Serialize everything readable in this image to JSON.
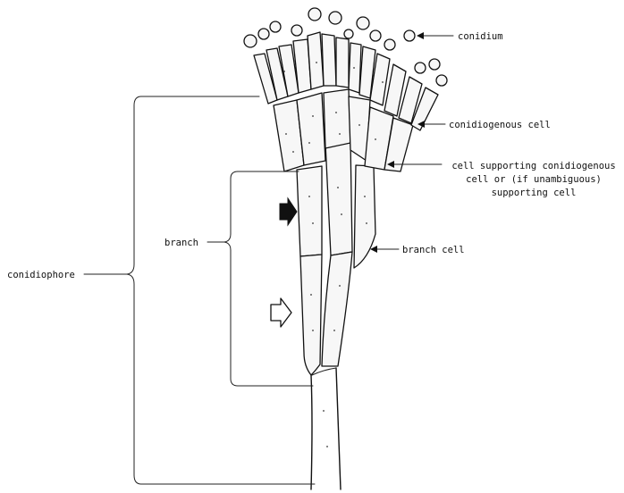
{
  "labels": {
    "conidium": "conidium",
    "conidiogenous_cell": "conidiogenous cell",
    "supporting_cell_line1": "cell supporting conidiogenous",
    "supporting_cell_line2": "cell or (if unambiguous)",
    "supporting_cell_line3": "supporting cell",
    "branch": "branch",
    "branch_cell": "branch cell",
    "conidiophore": "conidiophore"
  },
  "arrows": {
    "solid_arrow": "filled",
    "hollow_arrow": "outline"
  }
}
